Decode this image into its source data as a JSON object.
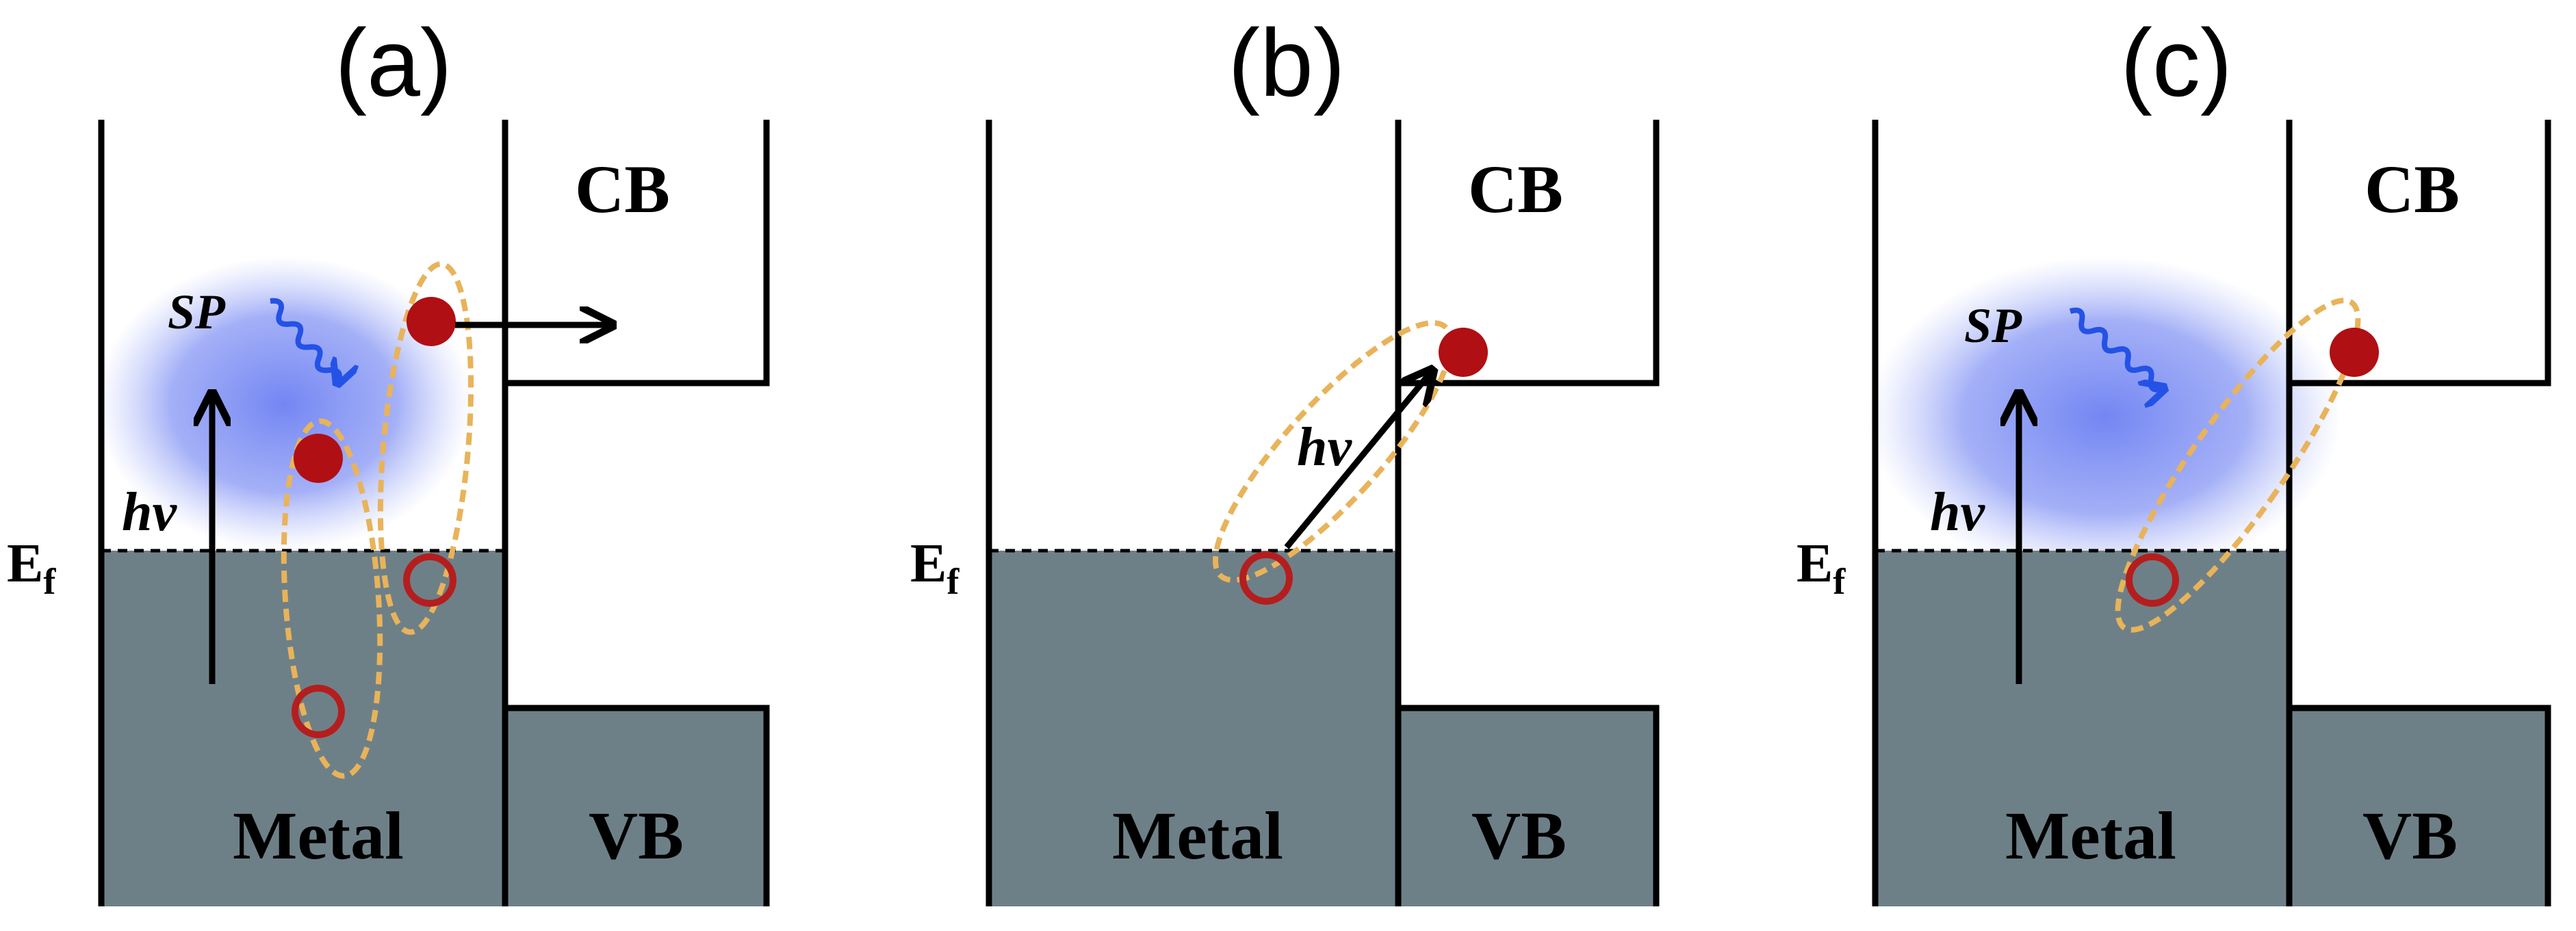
{
  "panels": [
    {
      "label": "(a)",
      "metal_label": "Metal",
      "vb_label": "VB",
      "cb_label": "CB",
      "fermi_label_main": "E",
      "fermi_label_sub": "f",
      "photon_label": "hν",
      "sp_label": "SP"
    },
    {
      "label": "(b)",
      "metal_label": "Metal",
      "vb_label": "VB",
      "cb_label": "CB",
      "fermi_label_main": "E",
      "fermi_label_sub": "f",
      "photon_label": "hν"
    },
    {
      "label": "(c)",
      "metal_label": "Metal",
      "vb_label": "VB",
      "cb_label": "CB",
      "fermi_label_main": "E",
      "fermi_label_sub": "f",
      "photon_label": "hν",
      "sp_label": "SP"
    }
  ],
  "colors": {
    "metal_fill": "#6e8087",
    "electron": "#b00f14",
    "hole_stroke": "#b41e1e",
    "pair_outline": "#e8b35a",
    "plasmon_glow": "#6c7ff2",
    "plasmon_arrow": "#2452e6",
    "line": "#000000"
  }
}
